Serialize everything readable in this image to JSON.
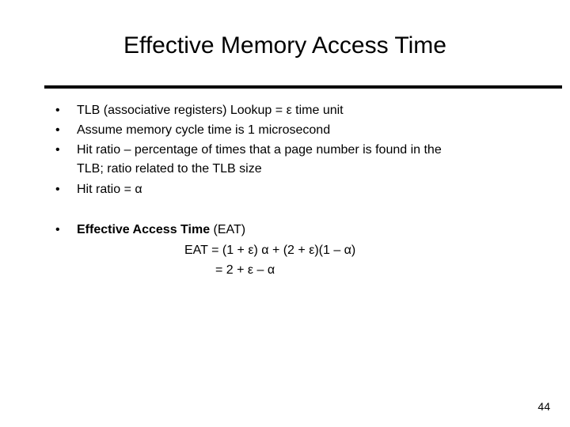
{
  "slide": {
    "title": "Effective Memory Access Time",
    "bullets": [
      {
        "marker": "•",
        "text": "TLB (associative registers) Lookup = ε time unit"
      },
      {
        "marker": "•",
        "text": "Assume memory cycle time is 1 microsecond"
      },
      {
        "marker": "•",
        "lines": [
          "Hit ratio – percentage of times that a page number is found in the",
          "TLB; ratio related to the TLB size"
        ]
      },
      {
        "marker": "•",
        "text": "Hit ratio = α"
      },
      {
        "marker": "•",
        "bold_text": "Effective Access Time",
        "text_after": " (EAT)"
      }
    ],
    "equations": [
      "EAT = (1 + ε) α + (2 + ε)(1 – α)",
      "= 2 + ε – α"
    ],
    "page_number": "44"
  }
}
